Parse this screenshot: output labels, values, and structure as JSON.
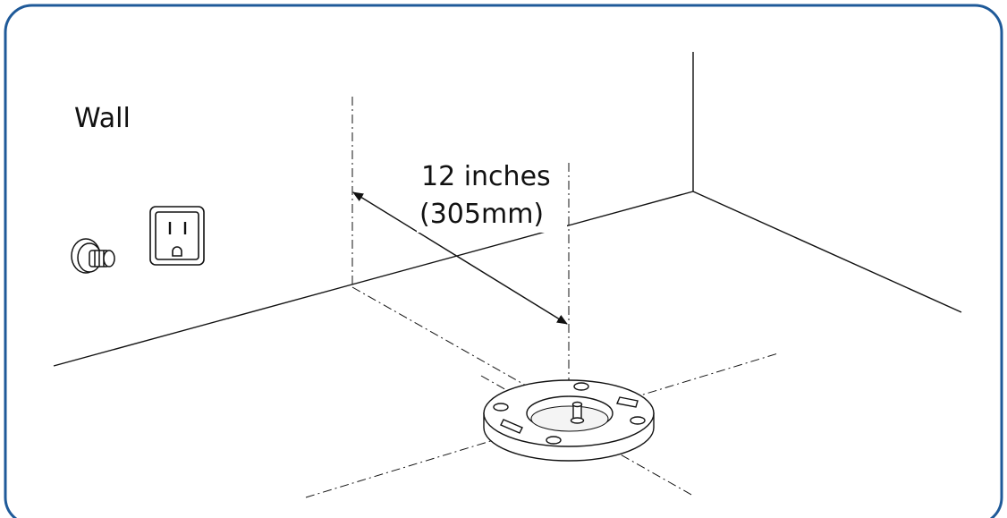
{
  "labels": {
    "wall": "Wall",
    "distance_line1": "12 inches",
    "distance_line2": "(305mm)"
  },
  "colors": {
    "frame_border": "#1f5a99",
    "stroke": "#111111",
    "background": "#ffffff"
  },
  "icons": {
    "outlet": "electrical-outlet-icon",
    "plug": "power-plug-icon",
    "mount": "floor-flange-mount-icon"
  }
}
